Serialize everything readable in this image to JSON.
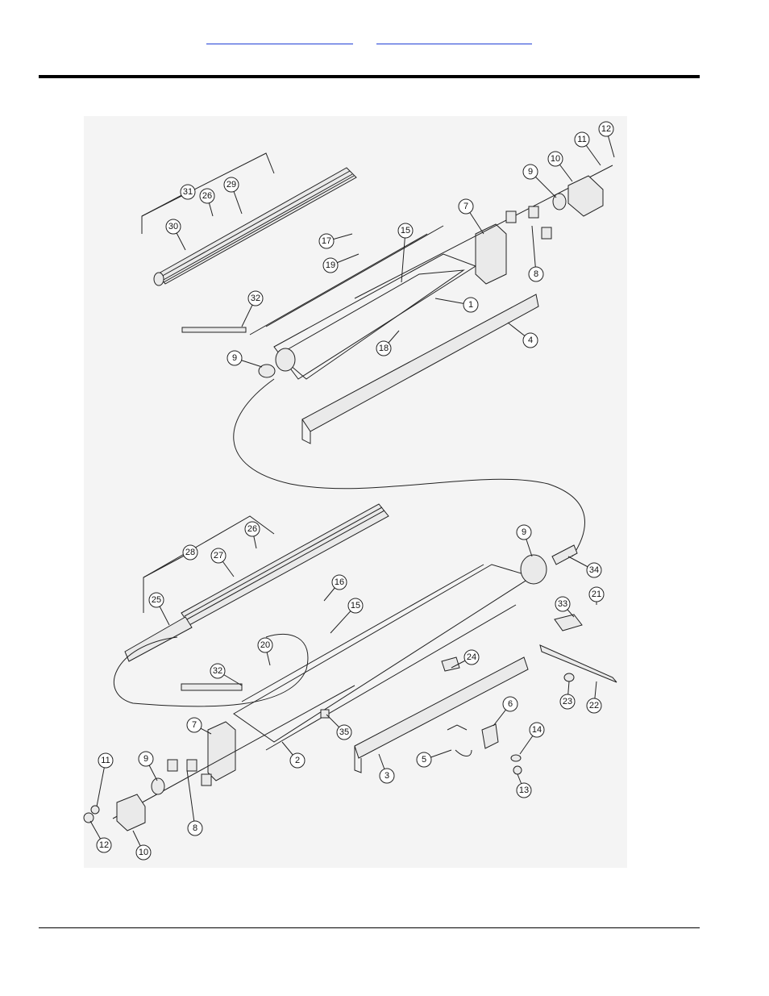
{
  "header": {
    "link_1": "",
    "link_2": ""
  },
  "callouts": {
    "upper": [
      "31",
      "29",
      "26",
      "30",
      "17",
      "19",
      "15",
      "7",
      "1",
      "8",
      "9",
      "10",
      "11",
      "12",
      "32",
      "18",
      "4",
      "9"
    ],
    "lower": [
      "28",
      "27",
      "26",
      "25",
      "16",
      "15",
      "9",
      "34",
      "33",
      "21",
      "20",
      "32",
      "24",
      "22",
      "23",
      "7",
      "35",
      "6",
      "14",
      "11",
      "9",
      "2",
      "5",
      "3",
      "13",
      "8",
      "12",
      "10"
    ]
  }
}
